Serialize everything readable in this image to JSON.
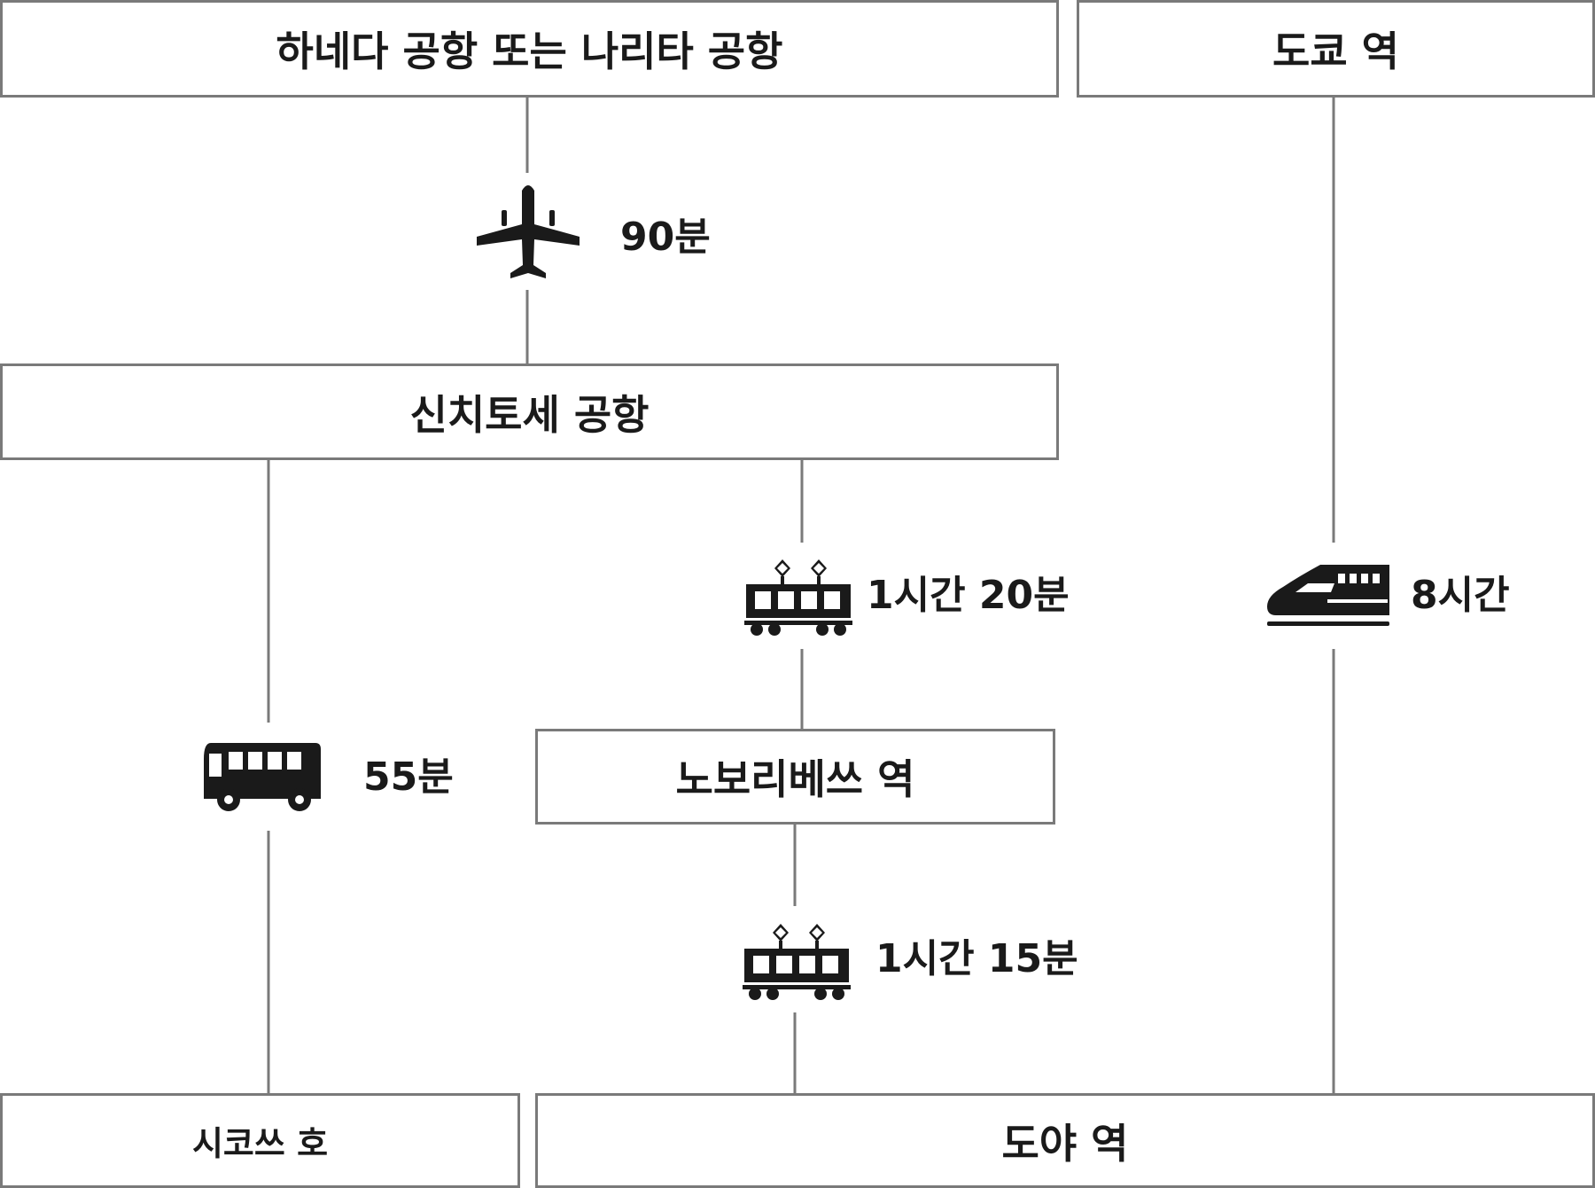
{
  "nodes": {
    "haneda_narita": "하네다 공항 또는 나리타 공항",
    "tokyo_station": "도쿄 역",
    "new_chitose": "신치토세 공항",
    "noboribetsu": "노보리베쓰 역",
    "shikotsu_lake": "시코쓰 호",
    "toya_station": "도야 역"
  },
  "routes": {
    "flight": {
      "icon": "airplane-icon",
      "duration": "90분"
    },
    "train_to_noboribetsu": {
      "icon": "train-icon",
      "duration": "1시간 20분"
    },
    "bullet_train": {
      "icon": "bullet-train-icon",
      "duration": "8시간"
    },
    "bus": {
      "icon": "bus-icon",
      "duration": "55분"
    },
    "train_to_toya": {
      "icon": "train-icon",
      "duration": "1시간 15분"
    }
  },
  "colors": {
    "line": "#7a7a7a",
    "icon": "#1a1a1a"
  }
}
